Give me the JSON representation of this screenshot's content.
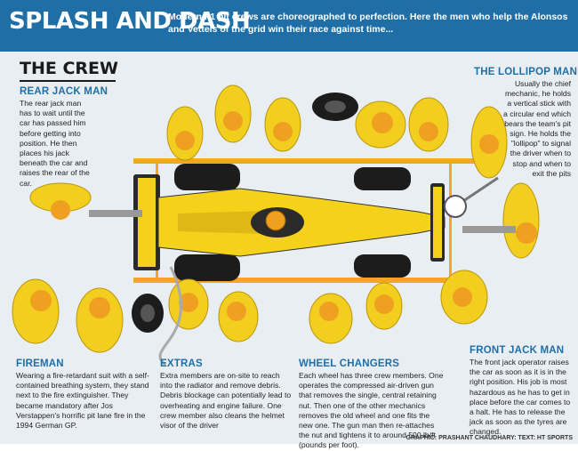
{
  "header": {
    "title": "SPLASH AND DASH",
    "intro": "Modern F1 pit crews are choreographed to perfection. Here the men who help the Alonsos and Vettels of the grid win their race against time..."
  },
  "crew_heading": "THE CREW",
  "sections": {
    "rear_jack": {
      "label": "REAR JACK MAN",
      "text": "The rear jack man has to wait until the car has passed him before getting into position. He then places his jack beneath the car and raises the rear of the car."
    },
    "lollipop": {
      "label": "THE LOLLIPOP MAN",
      "text": "Usually the chief mechanic, he holds a vertical stick with a circular end which bears the team's pit sign. He holds the \"lollipop\" to signal the driver when to stop and when to exit the pits"
    },
    "fireman": {
      "label": "FIREMAN",
      "text": "Wearing a fire-retardant suit with a self-contained breathing system, they stand next to the fire extinguisher. They became mandatory after Jos Verstappen's horrific pit lane fire in the 1994 German GP."
    },
    "extras": {
      "label": "EXTRAS",
      "text": "Extra members are on-site to reach into the radiator and remove debris. Debris blockage can potentially lead to overheating and engine failure. One crew member also cleans the helmet visor of the driver"
    },
    "wheel_changers": {
      "label": "WHEEL CHANGERS",
      "text": "Each wheel has three crew members. One operates the compressed air-driven gun that removes the single, central retaining nut. Then one of the other mechanics removes the old wheel and one fits the new one. The gun man then re-attaches the nut and tightens it to around 500 lb/ft (pounds per foot)."
    },
    "front_jack": {
      "label": "FRONT JACK MAN",
      "text": "The front jack operator raises the car as soon as it is in the right position. His job is most hazardous as he has to get in place before the car comes to a halt. He has to release the jack as soon as the tyres are changed."
    }
  },
  "credit": "GRAPHIC: PRASHANT CHAUDHARY: TEXT: HT SPORTS",
  "colors": {
    "header_blue": "#1f6fa6",
    "crew_yellow": "#f2cf1f",
    "helmet_orange": "#f0a020",
    "car_yellow": "#f4d21a",
    "pit_orange": "#f5a623",
    "tyre_black": "#1c1c1c"
  }
}
